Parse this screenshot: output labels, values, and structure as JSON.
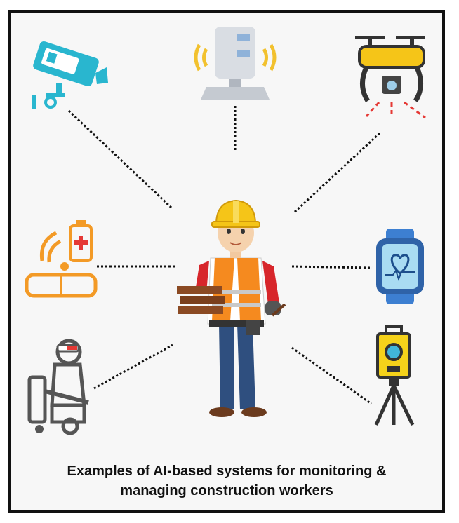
{
  "caption": {
    "line1": "Examples of AI-based systems for monitoring &",
    "line2": "managing construction workers"
  },
  "nodes": [
    {
      "id": "cctv-camera",
      "icon": "cctv-camera-icon",
      "color": "#29b6cf"
    },
    {
      "id": "wireless-sensor",
      "icon": "wireless-sensor-icon",
      "color": "#f2c12e"
    },
    {
      "id": "drone",
      "icon": "drone-icon",
      "color": "#f5c518"
    },
    {
      "id": "smart-safety-goggles",
      "icon": "smart-goggles-icon",
      "color": "#f39a26"
    },
    {
      "id": "smartwatch",
      "icon": "smartwatch-heart-icon",
      "color": "#3d7fd1"
    },
    {
      "id": "exoskeleton",
      "icon": "exoskeleton-worker-icon",
      "color": "#555555"
    },
    {
      "id": "surveying-total-station",
      "icon": "total-station-tripod-icon",
      "color": "#f5d21a"
    }
  ],
  "center": {
    "icon": "construction-worker-icon",
    "helmet_color": "#f5c518",
    "vest_color": "#f58a1f"
  }
}
